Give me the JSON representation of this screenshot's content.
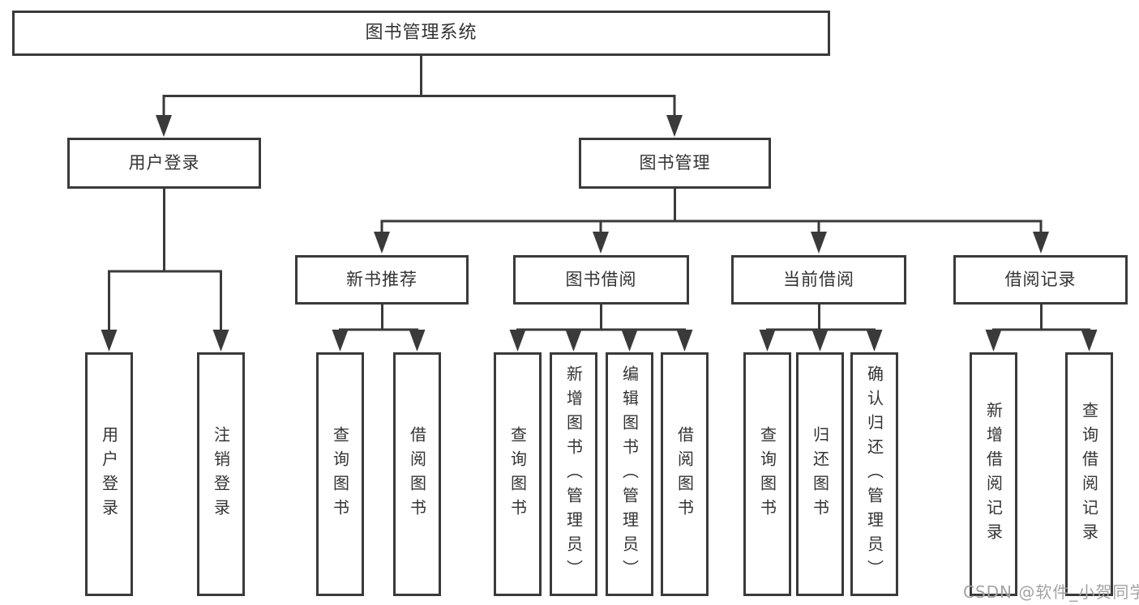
{
  "diagram": {
    "root": {
      "label": "图书管理系统"
    },
    "level2": [
      {
        "label": "用户登录"
      },
      {
        "label": "图书管理"
      }
    ],
    "level3": [
      {
        "label": "新书推荐",
        "parent": "图书管理"
      },
      {
        "label": "图书借阅",
        "parent": "图书管理"
      },
      {
        "label": "当前借阅",
        "parent": "图书管理"
      },
      {
        "label": "借阅记录",
        "parent": "图书管理"
      }
    ],
    "leaves": [
      {
        "label": "用户登录",
        "parent": "用户登录"
      },
      {
        "label": "注销登录",
        "parent": "用户登录"
      },
      {
        "label": "查询图书",
        "parent": "新书推荐"
      },
      {
        "label": "借阅图书",
        "parent": "新书推荐"
      },
      {
        "label": "查询图书",
        "parent": "图书借阅"
      },
      {
        "label": "新增图书（管理员）",
        "parent": "图书借阅"
      },
      {
        "label": "编辑图书（管理员）",
        "parent": "图书借阅"
      },
      {
        "label": "借阅图书",
        "parent": "图书借阅"
      },
      {
        "label": "查询图书",
        "parent": "当前借阅"
      },
      {
        "label": "归还图书",
        "parent": "当前借阅"
      },
      {
        "label": "确认归还（管理员）",
        "parent": "当前借阅"
      },
      {
        "label": "新增借阅记录",
        "parent": "借阅记录"
      },
      {
        "label": "查询借阅记录",
        "parent": "借阅记录"
      }
    ],
    "colors": {
      "line": "#3a3a3a",
      "text": "#333333",
      "background": "#ffffff"
    }
  },
  "watermark": {
    "text": "CSDN @软件_小贺同学",
    "color": "#a3a3a3"
  }
}
